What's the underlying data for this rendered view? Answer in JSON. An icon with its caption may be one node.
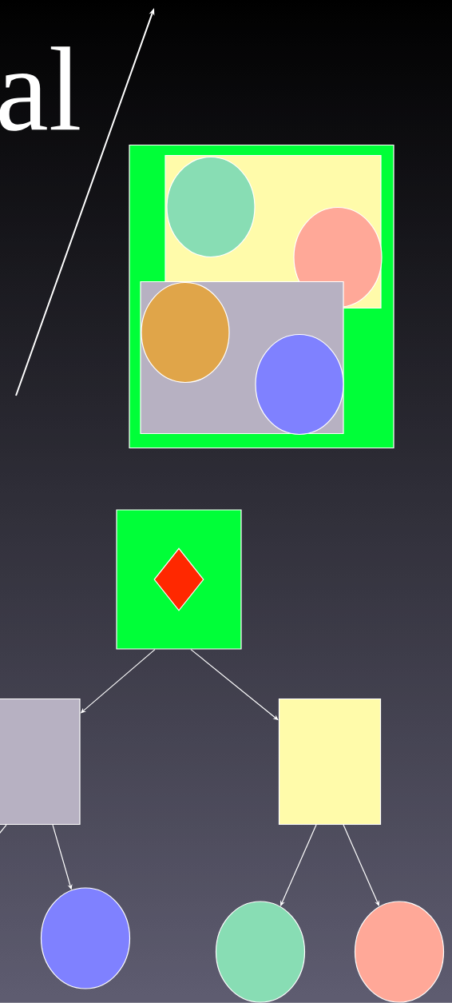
{
  "diagram": {
    "nodes": [
      {
        "text": [],
        "shape": "box"
      },
      {
        "text": [],
        "shape": "box",
        "in": 0
      },
      {
        "text": [],
        "shape": "circle",
        "in": 1
      },
      {
        "text": [],
        "shape": "circle",
        "in": 1
      },
      {
        "text": [],
        "shape": "box",
        "in": 0
      },
      {
        "text": [],
        "shape": "circle",
        "in": 4
      },
      {
        "text": [],
        "shape": "circle",
        "in": 4
      },
      {
        "text": [],
        "shape": "box"
      },
      {
        "text": [],
        "shape": "diamond",
        "in": 7
      },
      {
        "text": [],
        "shape": "box"
      },
      {
        "text": [],
        "shape": "box"
      },
      {
        "text": [],
        "shape": "circle"
      },
      {
        "text": [],
        "shape": "circle"
      },
      {
        "text": [],
        "shape": "circle"
      }
    ],
    "edges": [
      {
        "from": 7,
        "to": 9,
        "arrow": "to"
      },
      {
        "from": 7,
        "to": 10,
        "arrow": "to"
      },
      {
        "from": 9,
        "to": null,
        "arrow": "none"
      },
      {
        "from": 9,
        "to": 11,
        "arrow": "to"
      },
      {
        "from": 10,
        "to": 12,
        "arrow": "to"
      },
      {
        "from": 10,
        "to": 13,
        "arrow": "to"
      }
    ],
    "labels": [
      "al"
    ]
  }
}
